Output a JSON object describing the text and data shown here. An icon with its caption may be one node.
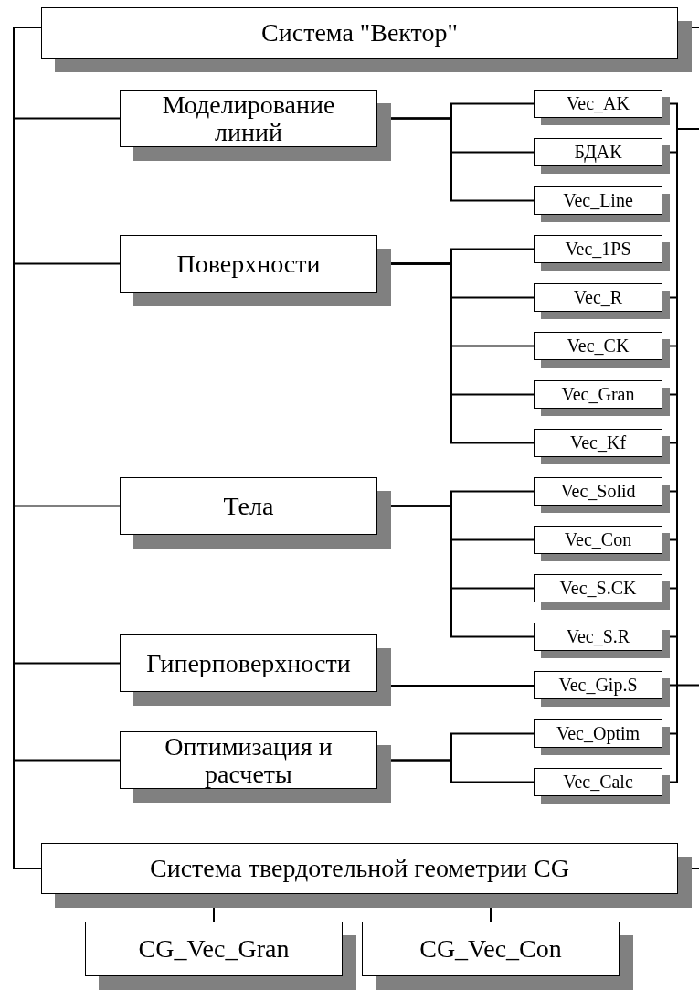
{
  "diagram": {
    "nodes": [
      {
        "text": [
          "Система \"Вектор\""
        ]
      },
      {
        "text": [
          "Моделирование линий"
        ]
      },
      {
        "text": [
          "Vec_AK"
        ]
      },
      {
        "text": [
          "БДАК"
        ]
      },
      {
        "text": [
          "Vec_Line"
        ]
      },
      {
        "text": [
          "Поверхности"
        ]
      },
      {
        "text": [
          "Vec_1PS"
        ]
      },
      {
        "text": [
          "Vec_R"
        ]
      },
      {
        "text": [
          "Vec_CK"
        ]
      },
      {
        "text": [
          "Vec_Gran"
        ]
      },
      {
        "text": [
          "Vec_Kf"
        ]
      },
      {
        "text": [
          "Тела"
        ]
      },
      {
        "text": [
          "Vec_Solid"
        ]
      },
      {
        "text": [
          "Vec_Con"
        ]
      },
      {
        "text": [
          "Vec_S.CK"
        ]
      },
      {
        "text": [
          "Vec_S.R"
        ]
      },
      {
        "text": [
          "Гиперповерхности"
        ]
      },
      {
        "text": [
          "Vec_Gip.S"
        ]
      },
      {
        "text": [
          "Оптимизация и расчеты"
        ]
      },
      {
        "text": [
          "Vec_Optim"
        ]
      },
      {
        "text": [
          "Vec_Calc"
        ]
      },
      {
        "text": [
          "Система твердотельной геометрии CG"
        ]
      },
      {
        "text": [
          "CG_Vec_Gran"
        ]
      },
      {
        "text": [
          "CG_Vec_Con"
        ]
      }
    ],
    "edges": [
      {
        "from": 0,
        "to": 1,
        "arrow": "none"
      },
      {
        "from": 0,
        "to": 5,
        "arrow": "none"
      },
      {
        "from": 0,
        "to": 11,
        "arrow": "none"
      },
      {
        "from": 0,
        "to": 16,
        "arrow": "none"
      },
      {
        "from": 0,
        "to": 18,
        "arrow": "none"
      },
      {
        "from": 0,
        "to": 21,
        "arrow": "none"
      },
      {
        "from": 0,
        "to": null,
        "arrow": "none"
      },
      {
        "from": 1,
        "to": 2,
        "arrow": "none"
      },
      {
        "from": 1,
        "to": 3,
        "arrow": "none"
      },
      {
        "from": 1,
        "to": 4,
        "arrow": "none"
      },
      {
        "from": 2,
        "to": null,
        "arrow": "none"
      },
      {
        "from": 3,
        "to": null,
        "arrow": "none"
      },
      {
        "from": 5,
        "to": 6,
        "arrow": "none"
      },
      {
        "from": 5,
        "to": 7,
        "arrow": "none"
      },
      {
        "from": 5,
        "to": 8,
        "arrow": "none"
      },
      {
        "from": 5,
        "to": 9,
        "arrow": "none"
      },
      {
        "from": 5,
        "to": 10,
        "arrow": "none"
      },
      {
        "from": 7,
        "to": null,
        "arrow": "none"
      },
      {
        "from": 8,
        "to": null,
        "arrow": "none"
      },
      {
        "from": 9,
        "to": null,
        "arrow": "none"
      },
      {
        "from": 10,
        "to": null,
        "arrow": "none"
      },
      {
        "from": 11,
        "to": 12,
        "arrow": "none"
      },
      {
        "from": 11,
        "to": 13,
        "arrow": "none"
      },
      {
        "from": 11,
        "to": 14,
        "arrow": "none"
      },
      {
        "from": 11,
        "to": 15,
        "arrow": "none"
      },
      {
        "from": 12,
        "to": null,
        "arrow": "none"
      },
      {
        "from": 13,
        "to": null,
        "arrow": "none"
      },
      {
        "from": 14,
        "to": null,
        "arrow": "none"
      },
      {
        "from": 15,
        "to": null,
        "arrow": "none"
      },
      {
        "from": 16,
        "to": 17,
        "arrow": "none"
      },
      {
        "from": 17,
        "to": null,
        "arrow": "none"
      },
      {
        "from": 18,
        "to": 19,
        "arrow": "none"
      },
      {
        "from": 18,
        "to": 20,
        "arrow": "none"
      },
      {
        "from": 19,
        "to": null,
        "arrow": "none"
      },
      {
        "from": 20,
        "to": null,
        "arrow": "none"
      },
      {
        "from": 21,
        "to": 22,
        "arrow": "none"
      },
      {
        "from": 21,
        "to": 23,
        "arrow": "none"
      },
      {
        "from": 21,
        "to": null,
        "arrow": "none"
      }
    ]
  }
}
